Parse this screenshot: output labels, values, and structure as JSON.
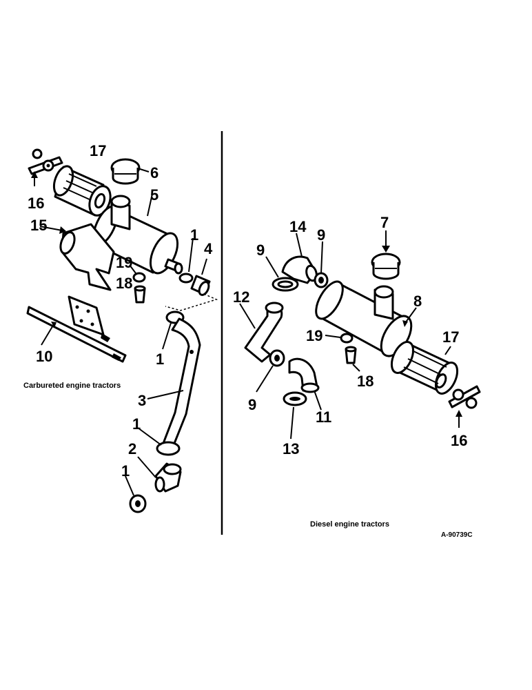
{
  "captions": {
    "left": "Carbureted engine tractors",
    "right": "Diesel engine tractors",
    "ref": "A-90739C"
  },
  "callouts": {
    "left": [
      {
        "id": "c16",
        "text": "16"
      },
      {
        "id": "c17",
        "text": "17"
      },
      {
        "id": "c6",
        "text": "6"
      },
      {
        "id": "c5",
        "text": "5"
      },
      {
        "id": "c15",
        "text": "15"
      },
      {
        "id": "c1a",
        "text": "1"
      },
      {
        "id": "c4",
        "text": "4"
      },
      {
        "id": "c19",
        "text": "19"
      },
      {
        "id": "c18",
        "text": "18"
      },
      {
        "id": "c10",
        "text": "10"
      },
      {
        "id": "c1b",
        "text": "1"
      },
      {
        "id": "c3",
        "text": "3"
      },
      {
        "id": "c1c",
        "text": "1"
      },
      {
        "id": "c2",
        "text": "2"
      },
      {
        "id": "c1d",
        "text": "1"
      }
    ],
    "right": [
      {
        "id": "c14",
        "text": "14"
      },
      {
        "id": "c9a",
        "text": "9"
      },
      {
        "id": "c9b",
        "text": "9"
      },
      {
        "id": "c7",
        "text": "7"
      },
      {
        "id": "c12",
        "text": "12"
      },
      {
        "id": "c8",
        "text": "8"
      },
      {
        "id": "c19r",
        "text": "19"
      },
      {
        "id": "c17r",
        "text": "17"
      },
      {
        "id": "c18r",
        "text": "18"
      },
      {
        "id": "c9c",
        "text": "9"
      },
      {
        "id": "c11",
        "text": "11"
      },
      {
        "id": "c13",
        "text": "13"
      },
      {
        "id": "c16r",
        "text": "16"
      }
    ]
  }
}
